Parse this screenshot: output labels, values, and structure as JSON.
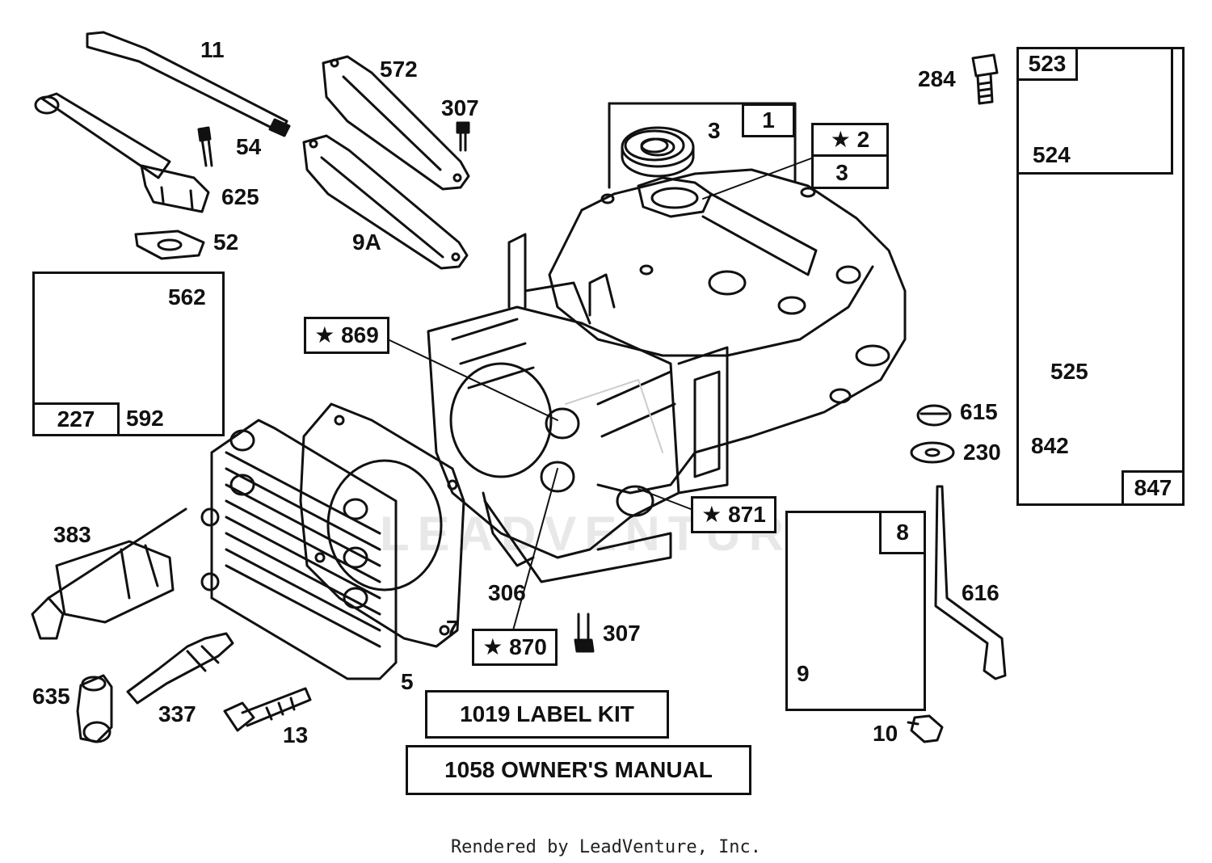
{
  "diagram": {
    "watermark": "LEADVENTURE",
    "footer": "Rendered by LeadVenture, Inc.",
    "part_labels": {
      "p11": "11",
      "p54": "54",
      "p625": "625",
      "p52": "52",
      "p572": "572",
      "p307a": "307",
      "p9a": "9A",
      "p284": "284",
      "p3a": "3",
      "p562": "562",
      "p592": "592",
      "p524": "524",
      "p525": "525",
      "p842": "842",
      "p615": "615",
      "p230": "230",
      "p616": "616",
      "p383": "383",
      "p306": "306",
      "p7": "7",
      "p307b": "307",
      "p635": "635",
      "p337": "337",
      "p13": "13",
      "p5": "5",
      "p9": "9",
      "p10": "10"
    },
    "boxed_labels": {
      "b1": "1",
      "b2": "★ 2",
      "b3": "3",
      "b523": "523",
      "b847": "847",
      "b227": "227",
      "b869": "★ 869",
      "b871": "★ 871",
      "b870": "★ 870",
      "b8": "8",
      "label_kit": "1019 LABEL KIT",
      "owners_manual": "1058 OWNER'S MANUAL"
    }
  }
}
